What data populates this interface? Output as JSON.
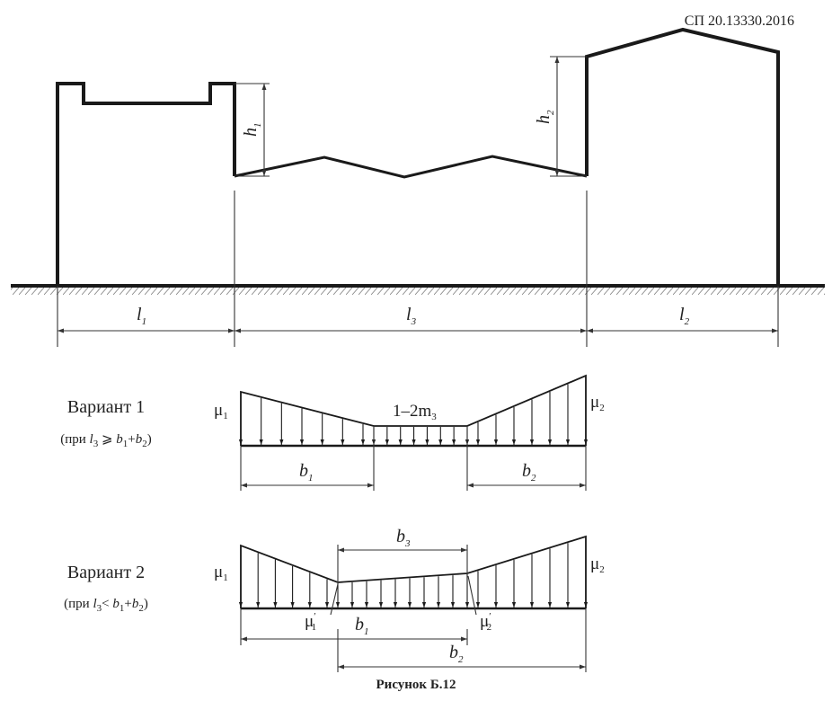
{
  "header": {
    "doc_code": "СП 20.13330.2016"
  },
  "dimensions": {
    "l1": {
      "main": "l",
      "sub": "1"
    },
    "l3": {
      "main": "l",
      "sub": "3"
    },
    "l2": {
      "main": "l",
      "sub": "2"
    },
    "h1": {
      "main": "h",
      "sub": "1"
    },
    "h2": {
      "main": "h",
      "sub": "2"
    }
  },
  "variant1": {
    "title": "Вариант 1",
    "cond_prefix": "(при ",
    "cond_l": "l",
    "cond_l_sub": "3",
    "cond_op": " ⩾ ",
    "cond_b1": "b",
    "cond_b1_sub": "1",
    "cond_plus": "+",
    "cond_b2": "b",
    "cond_b2_sub": "2",
    "cond_suffix": ")",
    "mu_left": {
      "main": "μ",
      "sub": "1"
    },
    "mu_right": {
      "main": "μ",
      "sub": "2"
    },
    "mid_label": {
      "main": "1–2m",
      "sub": "3"
    },
    "b_left": {
      "main": "b",
      "sub": "1"
    },
    "b_right": {
      "main": "b",
      "sub": "2"
    }
  },
  "variant2": {
    "title": "Вариант 2",
    "cond_prefix": "(при ",
    "cond_l": "l",
    "cond_l_sub": "3",
    "cond_op": "<  ",
    "cond_b1": "b",
    "cond_b1_sub": "1",
    "cond_plus": "+",
    "cond_b2": "b",
    "cond_b2_sub": "2",
    "cond_suffix": ")",
    "mu_left": {
      "main": "μ",
      "sub": "1"
    },
    "mu_right": {
      "main": "μ",
      "sub": "2"
    },
    "mu_left_prime": {
      "main": "μ",
      "prime": "′",
      "sub": "1"
    },
    "mu_right_prime": {
      "main": "μ",
      "prime": "′",
      "sub": "2"
    },
    "b_top": {
      "main": "b",
      "sub": "3"
    },
    "b_left": {
      "main": "b",
      "sub": "1"
    },
    "b_bottom": {
      "main": "b",
      "sub": "2"
    }
  },
  "caption": "Рисунок Б.12"
}
